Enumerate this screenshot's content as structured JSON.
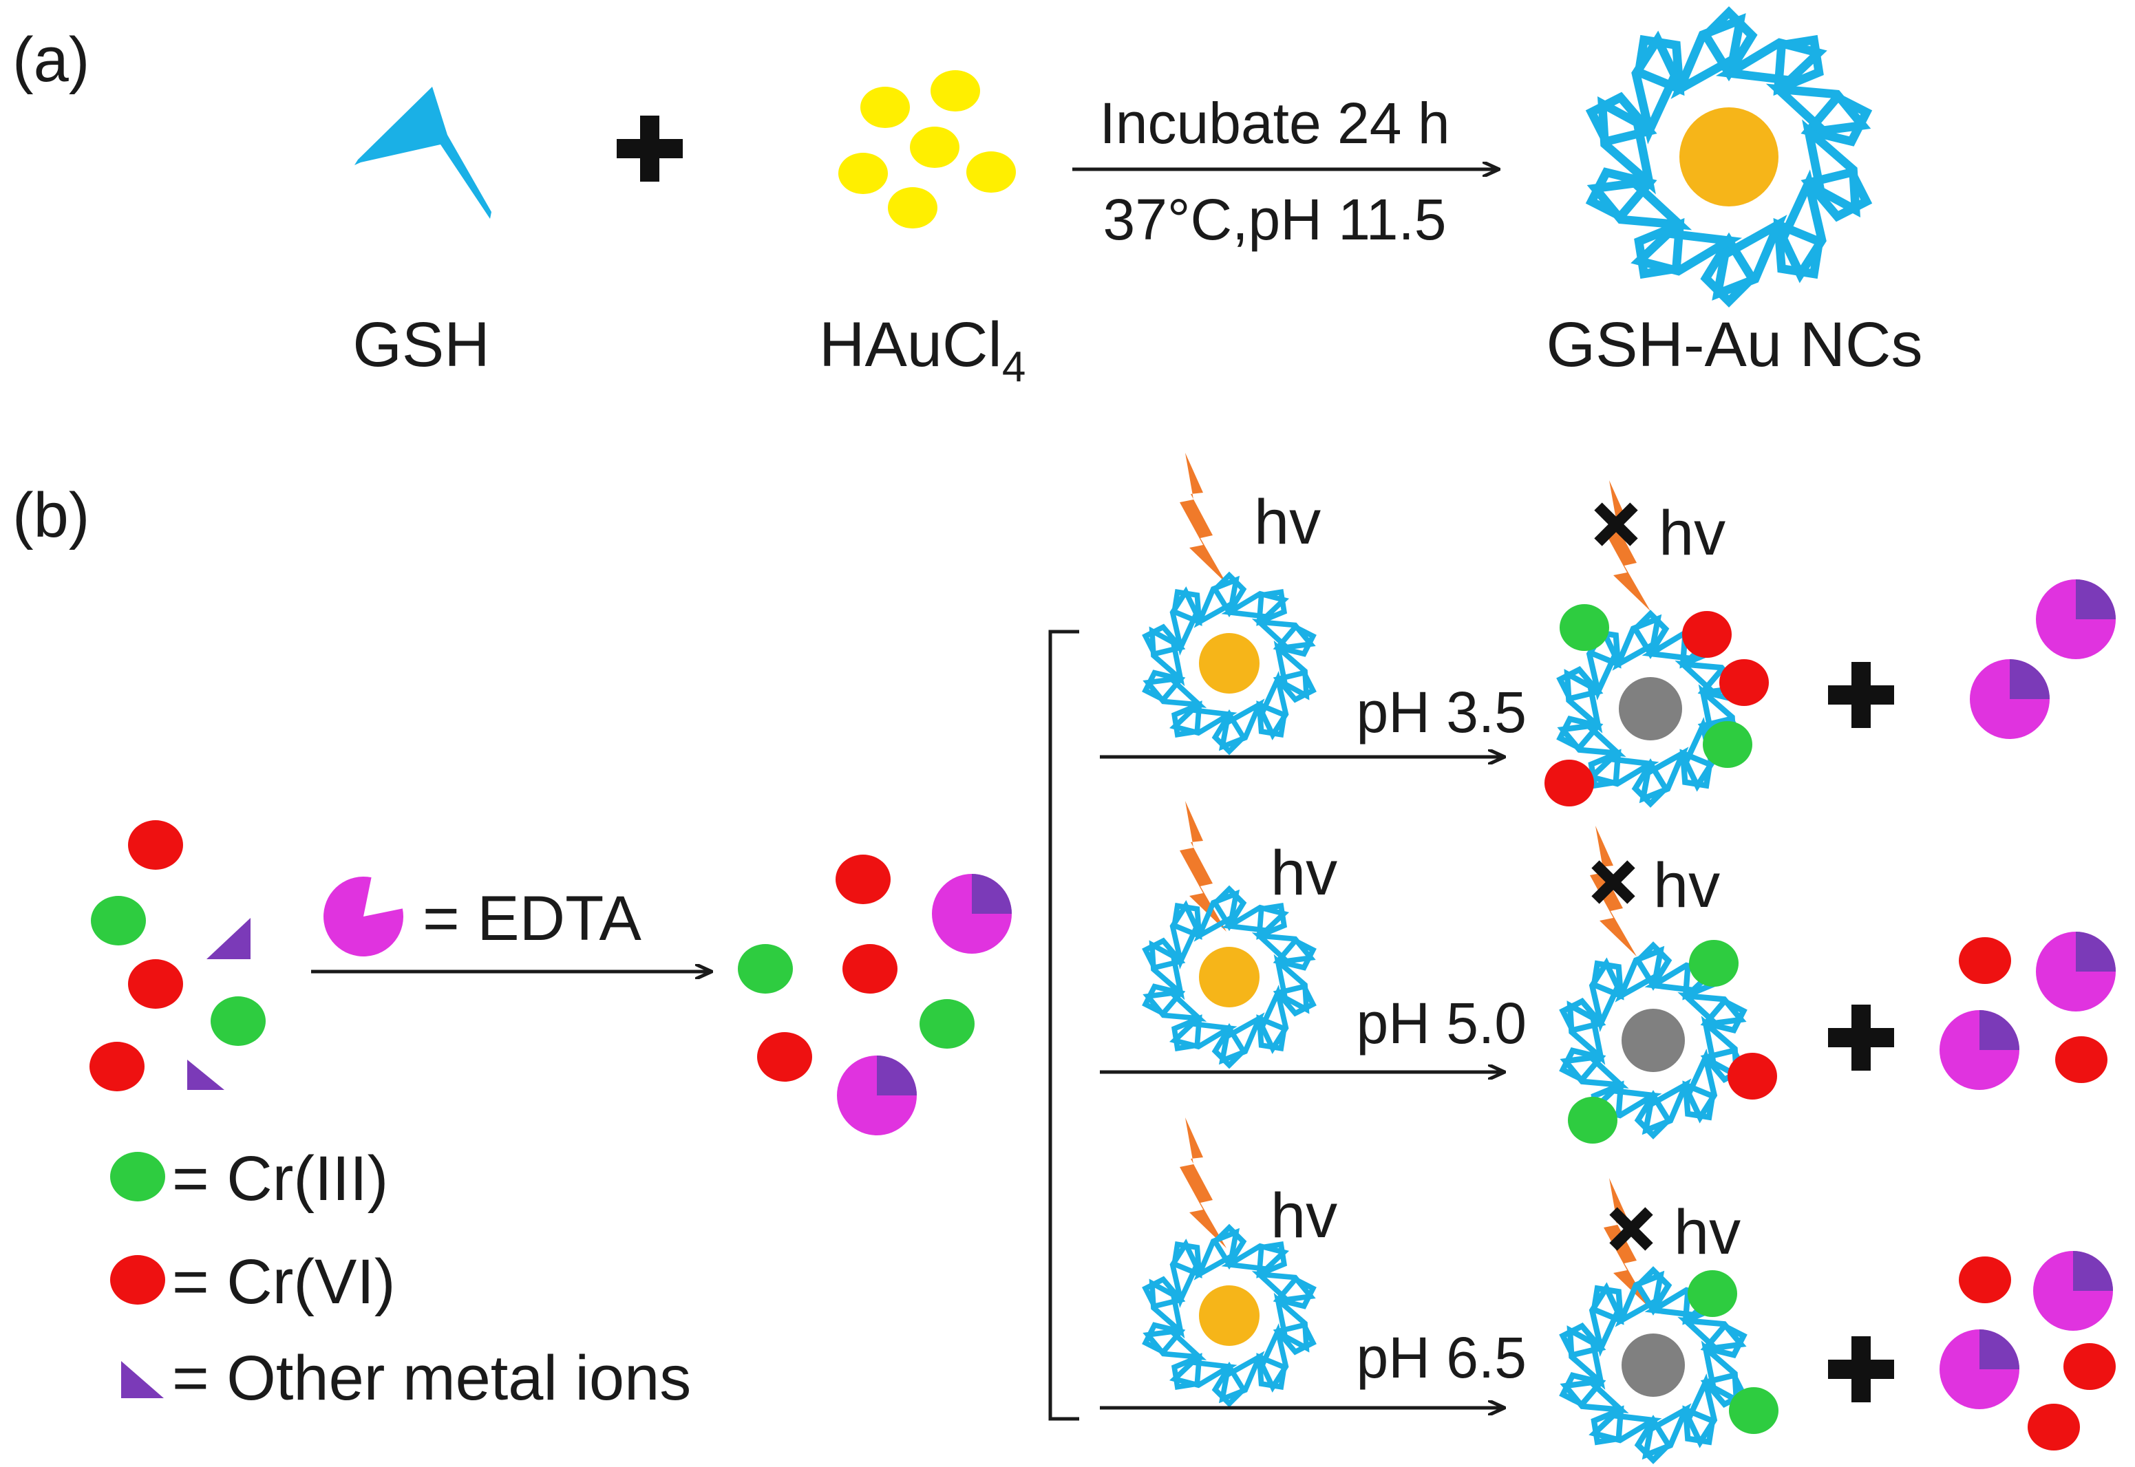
{
  "panel_a": {
    "tag": "(a)",
    "reactant_1": "GSH",
    "reactant_2_base": "HAuCl",
    "reactant_2_sub": "4",
    "plus": "+",
    "condition_top": "Incubate 24 h",
    "condition_bottom": "37°C,pH 11.5",
    "product": "GSH-Au NCs"
  },
  "panel_b": {
    "tag": "(b)",
    "edta_label": "= EDTA",
    "legend": [
      {
        "text": "= Cr(III)"
      },
      {
        "text": "= Cr(VI)"
      },
      {
        "text": "= Other metal ions"
      }
    ],
    "light": "hv",
    "branches": [
      {
        "ph": "pH 3.5"
      },
      {
        "ph": "pH 5.0"
      },
      {
        "ph": "pH 6.5"
      }
    ]
  },
  "colors": {
    "gsh": "#1ab0e6",
    "gold_ion": "#ffef00",
    "gold_core": "#f6b519",
    "quenched_core": "#808080",
    "petal_stroke": "#1ab0e6",
    "cr3": "#2ecc40",
    "cr6": "#ee1111",
    "edta": "#e033df",
    "other_ion": "#7b3ab8",
    "light_bolt": "#f07a2a",
    "ink": "#1a1a1a"
  }
}
